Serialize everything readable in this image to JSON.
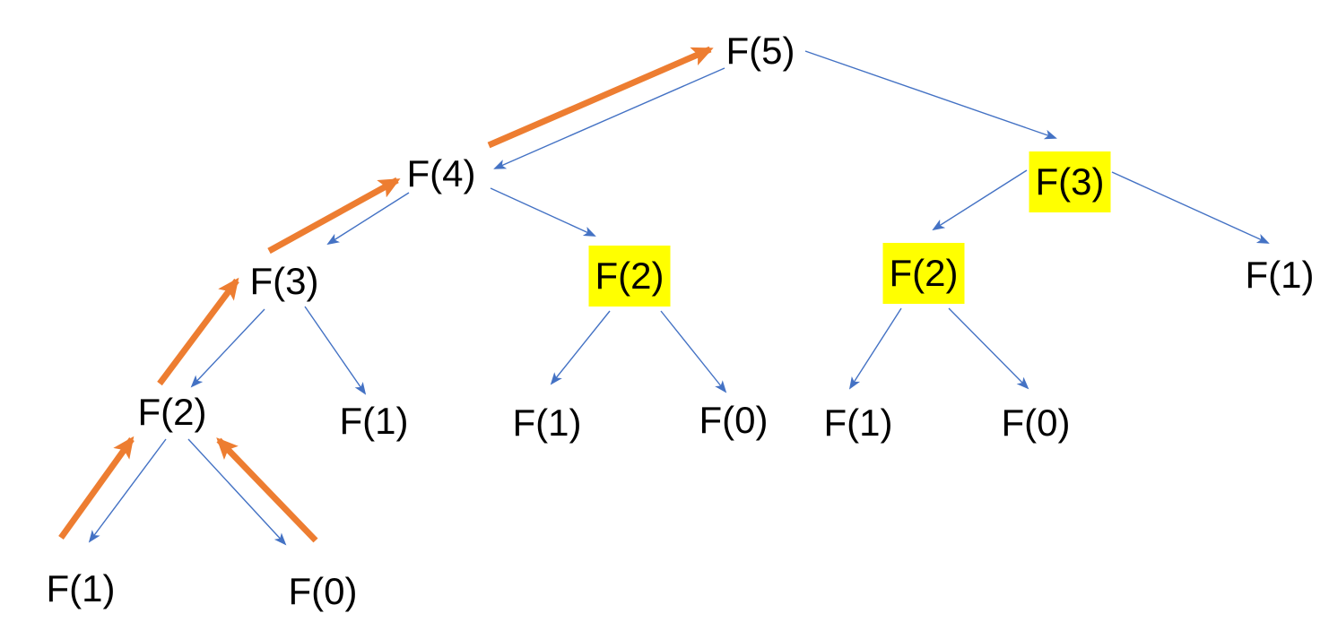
{
  "colors": {
    "edge_blue": "#4472C4",
    "path_orange": "#ED7D31",
    "highlight_yellow": "#FFFF00",
    "text_black": "#000000",
    "background": "#FFFFFF"
  },
  "nodes": {
    "f5": {
      "label": "F(5)",
      "highlighted": false
    },
    "f4": {
      "label": "F(4)",
      "highlighted": false
    },
    "f3_left": {
      "label": "F(3)",
      "highlighted": false
    },
    "f2_left": {
      "label": "F(2)",
      "highlighted": false
    },
    "f1_bottom_left": {
      "label": "F(1)",
      "highlighted": false
    },
    "f0_bottom_left": {
      "label": "F(0)",
      "highlighted": false
    },
    "f1_under_f3_left": {
      "label": "F(1)",
      "highlighted": false
    },
    "f2_mid": {
      "label": "F(2)",
      "highlighted": true
    },
    "f1_under_f2_mid": {
      "label": "F(1)",
      "highlighted": false
    },
    "f0_under_f2_mid": {
      "label": "F(0)",
      "highlighted": false
    },
    "f3_right": {
      "label": "F(3)",
      "highlighted": true
    },
    "f2_right": {
      "label": "F(2)",
      "highlighted": true
    },
    "f1_right": {
      "label": "F(1)",
      "highlighted": false
    },
    "f1_under_f2_right": {
      "label": "F(1)",
      "highlighted": false
    },
    "f0_under_f2_right": {
      "label": "F(0)",
      "highlighted": false
    }
  },
  "edges": [
    {
      "from": "f5",
      "to": "f4"
    },
    {
      "from": "f5",
      "to": "f3_right"
    },
    {
      "from": "f4",
      "to": "f3_left"
    },
    {
      "from": "f4",
      "to": "f2_mid"
    },
    {
      "from": "f3_left",
      "to": "f2_left"
    },
    {
      "from": "f3_left",
      "to": "f1_under_f3_left"
    },
    {
      "from": "f2_left",
      "to": "f1_bottom_left"
    },
    {
      "from": "f2_left",
      "to": "f0_bottom_left"
    },
    {
      "from": "f2_mid",
      "to": "f1_under_f2_mid"
    },
    {
      "from": "f2_mid",
      "to": "f0_under_f2_mid"
    },
    {
      "from": "f3_right",
      "to": "f2_right"
    },
    {
      "from": "f3_right",
      "to": "f1_right"
    },
    {
      "from": "f2_right",
      "to": "f1_under_f2_right"
    },
    {
      "from": "f2_right",
      "to": "f0_under_f2_right"
    }
  ],
  "return_path": [
    {
      "from": "f1_bottom_left",
      "to": "f2_left"
    },
    {
      "from": "f0_bottom_left",
      "to": "f2_left"
    },
    {
      "from": "f2_left",
      "to": "f3_left"
    },
    {
      "from": "f3_left",
      "to": "f4"
    },
    {
      "from": "f4",
      "to": "f5"
    }
  ]
}
